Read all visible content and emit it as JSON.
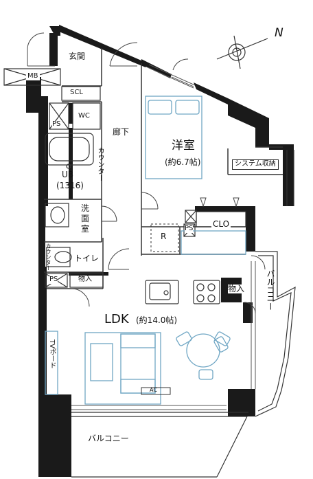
{
  "plan": {
    "rooms": {
      "entrance": "玄関",
      "shoe_cabinet": "SCL",
      "meter_box": "MB",
      "wc": "WC",
      "pipe_space": "PS",
      "corridor": "廊下",
      "western_room": "洋室",
      "western_room_size": "(約6.7帖)",
      "system_storage": "システム収納",
      "unit_bath": "UB",
      "unit_bath_size": "(1316)",
      "counter": "カウンター",
      "washroom": "洗面室",
      "closet": "CLO",
      "refrigerator": "R",
      "toilet": "トイレ",
      "storage": "物入",
      "kitchen_storage": "物入",
      "ldk": "LDK",
      "ldk_size": "(約14.0帖)",
      "balcony_right": "バルコニー",
      "balcony_bottom": "バルコニー",
      "tv_board": "TVボード",
      "aircon": "AC"
    },
    "compass": {
      "north_label": "N"
    },
    "colors": {
      "wall": "#1a1a1a",
      "furniture": "#6fa6c4",
      "line": "#333333"
    }
  }
}
